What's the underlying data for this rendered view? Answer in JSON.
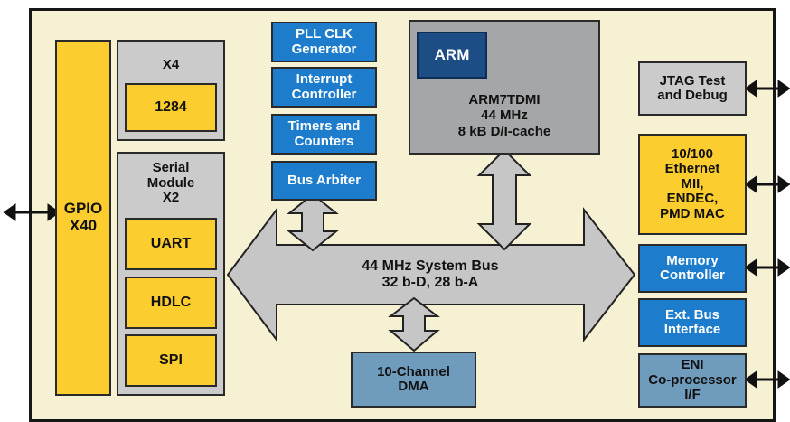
{
  "gpio": "GPIO\nX40",
  "x4": {
    "title": "X4",
    "port": "1284"
  },
  "serial": {
    "title": "Serial\nModule\nX2",
    "uart": "UART",
    "hdlc": "HDLC",
    "spi": "SPI"
  },
  "pll": "PLL CLK\nGenerator",
  "interrupt": "Interrupt\nController",
  "timers": "Timers and\nCounters",
  "arbiter": "Bus Arbiter",
  "arm": {
    "logo": "ARM",
    "text": "ARM7TDMI\n44 MHz\n8 kB D/I-cache"
  },
  "bus": "44 MHz System Bus\n32 b-D, 28 b-A",
  "dma": "10-Channel\nDMA",
  "jtag": "JTAG Test\nand Debug",
  "ethernet": "10/100\nEthernet\nMII,\nENDEC,\nPMD MAC",
  "memctrl": "Memory\nController",
  "extbus": "Ext. Bus\nInterface",
  "eni": "ENI\nCo-processor\nI/F",
  "colors": {
    "yellow": "#fccd2e",
    "blue": "#1d7ccb",
    "gray": "#cbcbcb",
    "steel": "#6f9bbc",
    "bus": "#c6c6c6",
    "chip": "#f7f1d3"
  }
}
